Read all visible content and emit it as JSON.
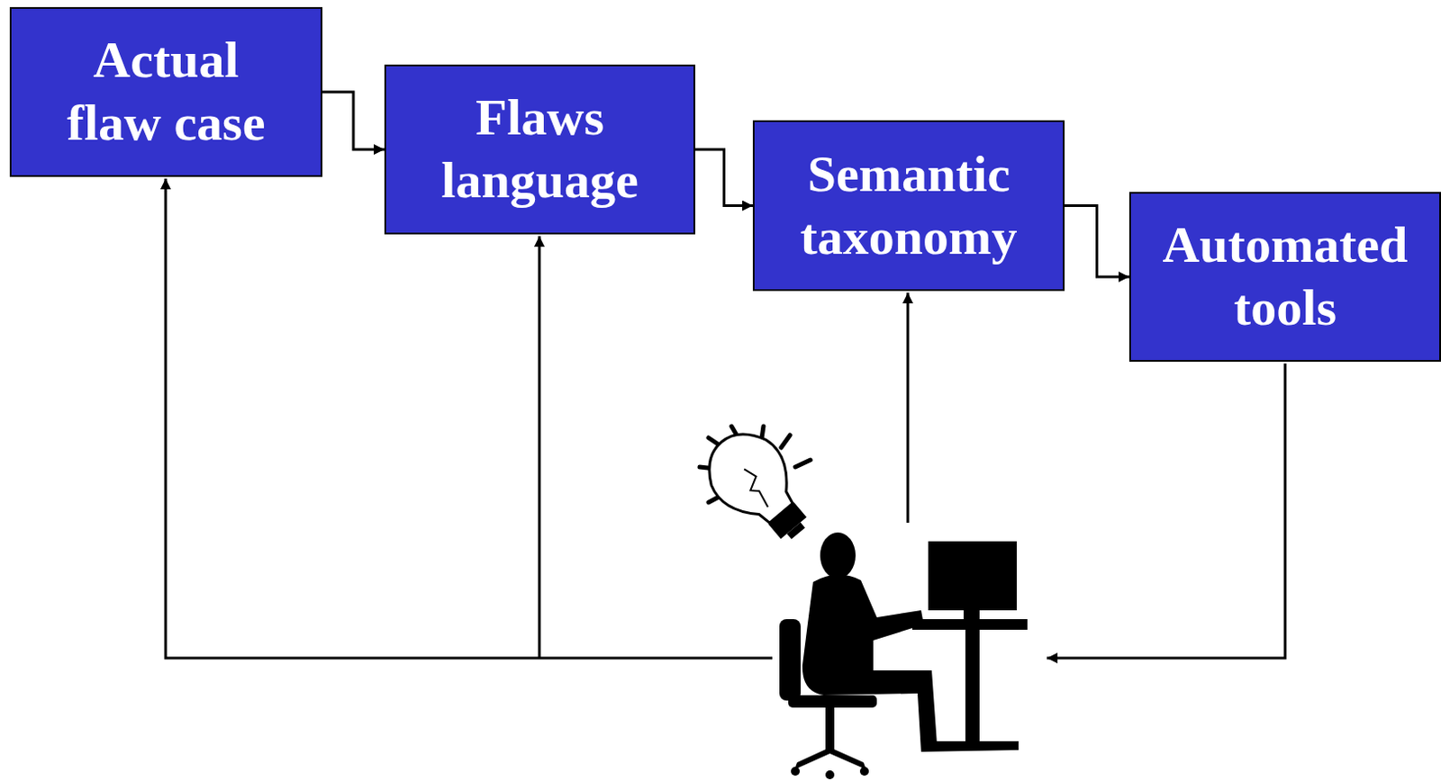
{
  "diagram": {
    "nodes": [
      {
        "text": [
          "Actual flaw case"
        ]
      },
      {
        "text": [
          "Flaws language"
        ]
      },
      {
        "text": [
          "Semantic taxonomy"
        ]
      },
      {
        "text": [
          "Automated tools"
        ]
      }
    ],
    "edges": [
      {
        "from": 0,
        "to": 1,
        "arrow": "to"
      },
      {
        "from": 1,
        "to": 2,
        "arrow": "to"
      },
      {
        "from": 2,
        "to": 3,
        "arrow": "to"
      }
    ]
  }
}
